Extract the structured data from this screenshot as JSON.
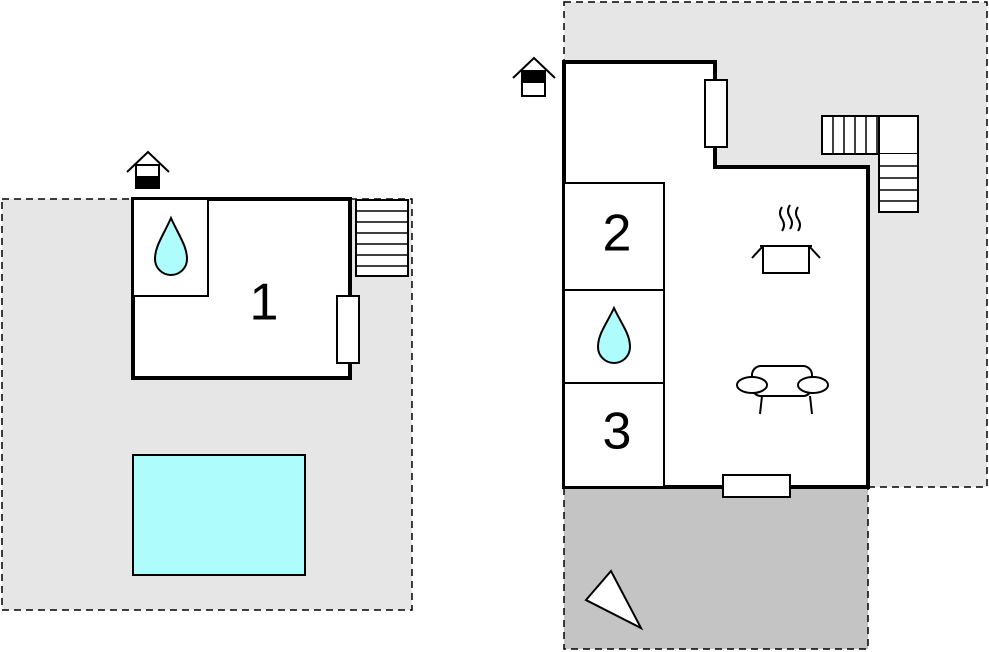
{
  "floorplan": {
    "colors": {
      "background": "#ffffff",
      "yard": "#e6e6e6",
      "terrace": "#c4c4c4",
      "pool": "#aefcfc",
      "water_drop": "#aefcfc",
      "wall": "#000000",
      "dashed_border": "#000000"
    },
    "left_building": {
      "entrance_icon": "house-entrance-icon",
      "rooms": [
        {
          "label": "1",
          "type": "room"
        },
        {
          "label": "",
          "type": "bathroom",
          "icon": "water-drop-icon"
        }
      ],
      "stairs_icon": "stairs-icon",
      "pool": "swimming-pool"
    },
    "right_building": {
      "entrance_icon": "house-entrance-icon",
      "rooms": [
        {
          "label": "2",
          "type": "room"
        },
        {
          "label": "",
          "type": "bathroom",
          "icon": "water-drop-icon"
        },
        {
          "label": "3",
          "type": "room"
        }
      ],
      "living_area_icons": [
        "kitchen-pot-icon",
        "sofa-icon"
      ],
      "stairs_icon": "stairs-icon",
      "terrace_icon": "north-arrow-icon"
    }
  }
}
